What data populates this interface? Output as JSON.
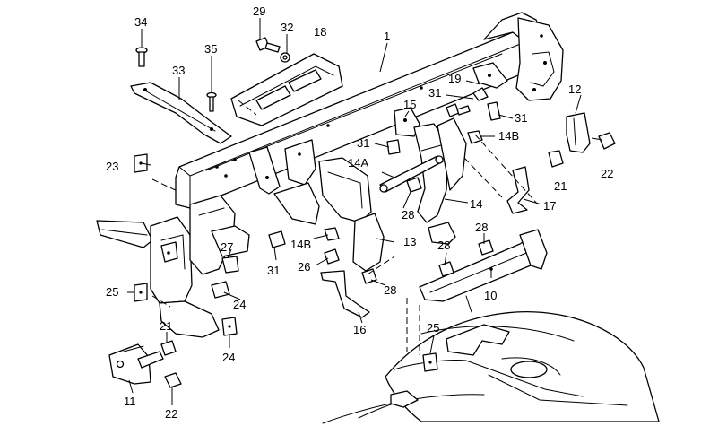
{
  "callouts": [
    {
      "id": "c1",
      "text": "1"
    },
    {
      "id": "c10",
      "text": "10"
    },
    {
      "id": "c11",
      "text": "11"
    },
    {
      "id": "c12",
      "text": "12"
    },
    {
      "id": "c13",
      "text": "13"
    },
    {
      "id": "c14",
      "text": "14"
    },
    {
      "id": "c14A",
      "text": "14A"
    },
    {
      "id": "c14B_top",
      "text": "14B"
    },
    {
      "id": "c14B_bottom",
      "text": "14B"
    },
    {
      "id": "c15",
      "text": "15"
    },
    {
      "id": "c16",
      "text": "16"
    },
    {
      "id": "c17",
      "text": "17"
    },
    {
      "id": "c18",
      "text": "18"
    },
    {
      "id": "c19",
      "text": "19"
    },
    {
      "id": "c21_right",
      "text": "21"
    },
    {
      "id": "c21_left",
      "text": "21"
    },
    {
      "id": "c22_right",
      "text": "22"
    },
    {
      "id": "c22_left",
      "text": "22"
    },
    {
      "id": "c23",
      "text": "23"
    },
    {
      "id": "c24_a",
      "text": "24"
    },
    {
      "id": "c24_b",
      "text": "24"
    },
    {
      "id": "c25_left",
      "text": "25"
    },
    {
      "id": "c25_bottom",
      "text": "25"
    },
    {
      "id": "c26",
      "text": "26"
    },
    {
      "id": "c27",
      "text": "27"
    },
    {
      "id": "c28_a",
      "text": "28"
    },
    {
      "id": "c28_b",
      "text": "28"
    },
    {
      "id": "c28_c",
      "text": "28"
    },
    {
      "id": "c28_d",
      "text": "28"
    },
    {
      "id": "c29",
      "text": "29"
    },
    {
      "id": "c31_a",
      "text": "31"
    },
    {
      "id": "c31_b",
      "text": "31"
    },
    {
      "id": "c31_c",
      "text": "31"
    },
    {
      "id": "c31_d",
      "text": "31"
    },
    {
      "id": "c32",
      "text": "32"
    },
    {
      "id": "c33",
      "text": "33"
    },
    {
      "id": "c34",
      "text": "34"
    },
    {
      "id": "c35",
      "text": "35"
    }
  ]
}
